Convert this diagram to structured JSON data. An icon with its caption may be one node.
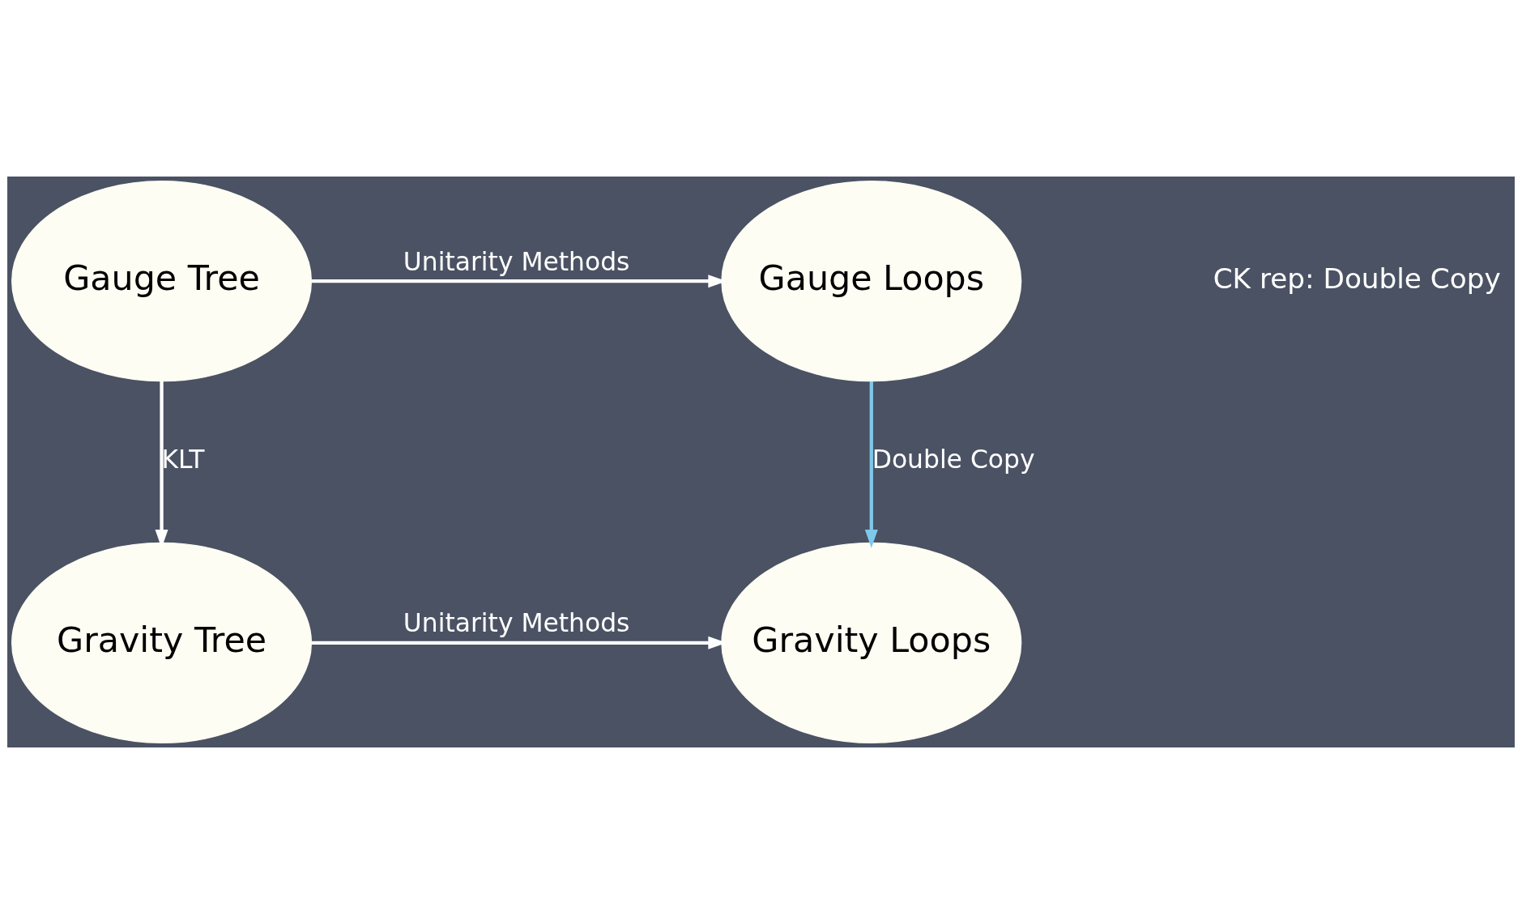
{
  "diagram": {
    "nodes": [
      {
        "text": [
          "Gauge Tree"
        ]
      },
      {
        "text": [
          "Gauge Loops"
        ]
      },
      {
        "text": [
          "Gravity Tree"
        ]
      },
      {
        "text": [
          "Gravity Loops"
        ]
      }
    ],
    "edges": [
      {
        "from": 0,
        "to": 1,
        "arrow": "to",
        "label": "Unitarity Methods"
      },
      {
        "from": 0,
        "to": 2,
        "arrow": "to",
        "label": "KLT"
      },
      {
        "from": 1,
        "to": 3,
        "arrow": "to",
        "label": "Double Copy",
        "color": "#7ec8ea"
      },
      {
        "from": 2,
        "to": 3,
        "arrow": "to",
        "label": "Unitarity Methods"
      }
    ],
    "labels": [
      "CK rep: Double Copy"
    ]
  }
}
